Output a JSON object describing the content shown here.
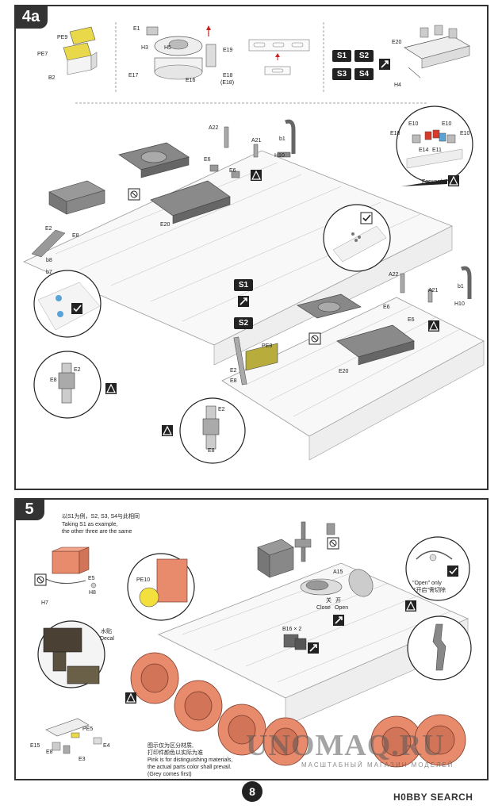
{
  "steps": {
    "s1": "4a",
    "s2": "5"
  },
  "page_number": "8",
  "step4a": {
    "insert_tl": {
      "pe9": "PE9",
      "pe7": "PE7",
      "b2": "B2"
    },
    "insert_tc": {
      "e1": "E1",
      "h3": "H3",
      "h5": "H5",
      "e19": "E19",
      "e17": "E17",
      "e16": "E16",
      "e18": "E18",
      "e18b": "(E18)"
    },
    "insert_tr": {
      "e20": "E20",
      "h4": "H4",
      "s1": "S1",
      "s2": "S2",
      "s3": "S3",
      "s4": "S4"
    },
    "main": {
      "a22": "A22",
      "a21": "A21",
      "b1": "b1",
      "h10": "H10",
      "e6a": "E6",
      "e6b": "E6",
      "e20": "E20",
      "e2": "E2",
      "e8": "E8",
      "b8": "b8",
      "b7": "b7"
    },
    "forward_detail": {
      "e10a": "E10",
      "e10b": "E10",
      "e10c": "E10",
      "e10d": "E10",
      "e14": "E14",
      "e11": "E11",
      "forward": "Forward"
    },
    "sub_markers": {
      "s1": "S1",
      "s2": "S2"
    },
    "circle_left": {
      "e2": "E2",
      "e8": "E8"
    },
    "lower": {
      "a22": "A22",
      "a21": "A21",
      "b1": "b1",
      "h10": "H10",
      "e6a": "E6",
      "e6b": "E6",
      "e20": "E20",
      "pe8": "PE8",
      "e2": "E2",
      "e8": "E8"
    },
    "circle_bottom": {
      "e2": "E2",
      "e8": "E8"
    }
  },
  "step5": {
    "note_cn": "以S1为例，S2, S3, S4与此相同",
    "note_en1": "Taking S1 as example,",
    "note_en2": "the other three are the same",
    "parts": {
      "e5": "E5",
      "h8": "H8",
      "h7": "H7",
      "pe10": "PE10",
      "a15": "A15",
      "b16": "B16 × 2",
      "pe5": "PE5",
      "e15": "E15",
      "e8": "E8",
      "e4": "E4",
      "e3": "E3"
    },
    "decal_cn": "水贴",
    "decal_en": "Decal",
    "close_cn": "关",
    "close_en": "Close",
    "open_cn": "开",
    "open_en": "Open",
    "open_only_en": "\"Open\" only",
    "open_only_cn": "\"开启\"需切除",
    "pink_note_cn1": "图示仅为区分材质,",
    "pink_note_cn2": "打印件颜色以实际为准",
    "pink_note_en1": "Pink is for distinguishing materials,",
    "pink_note_en2": "the actual parts color shall prevail.",
    "pink_note_en3": "(Grey comes first)"
  },
  "watermark": {
    "main": "UNOMAQ.RU",
    "sub": "МАСШТАБНЫЙ МАГАЗИН МОДЕЛЕЙ"
  },
  "brand": "H0BBY SEARCH",
  "colors": {
    "pe_yellow": "#e9d84a",
    "pink_part": "#e88a6c",
    "dark_tab": "#333333",
    "red_part": "#d83a2a",
    "blue_part": "#5aa3d6"
  }
}
